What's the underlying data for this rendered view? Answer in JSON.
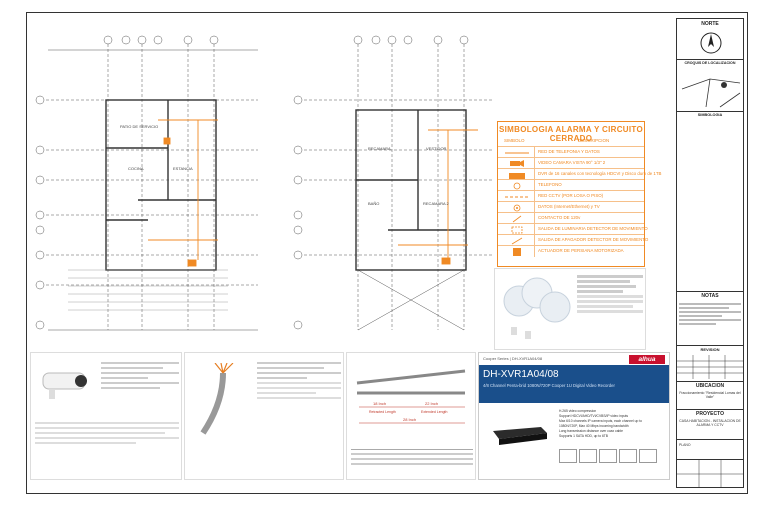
{
  "sheet": {
    "left_plan_labels": [
      "PATIO DE SERVICIO",
      "COCINA",
      "ESTANCIA"
    ],
    "right_plan_labels": [
      "RECAMARA",
      "VESTIDOR",
      "BAÑO",
      "RECAMARA 2"
    ]
  },
  "legend": {
    "title": "SIMBOLOGIA ALARMA Y CIRCUITO CERRADO",
    "col_symbol": "SIMBOLO",
    "col_desc": "DESCRIPCION",
    "rows": [
      "RED DE TELEFONIA Y DATOS",
      "VIDEO CAMARA VISTA 90° 1/3\" 2",
      "DVR de 16 canales con tecnología HDCVI y Disco duro de 1TB",
      "TELEFONO",
      "RED CCTV (POR LOSA O PISO)",
      "DATOS (Internet/Ethernet) y TV",
      "CONTACTO DE 120v",
      "SALIDA DE LUMINARIA DETECTOR DE MOVIMIENTO",
      "SALIDA DE APAGADOR DETECTOR DE MOVIMIENTO",
      "ACTUADOR DE PERSIANA MOTORIZADA"
    ]
  },
  "nvr": {
    "brand": "alhua",
    "header": "Cooper Series | DH-XVR1A04/08",
    "model": "DH-XVR1A04/08",
    "subtitle": "4/8 Channel Penta-brid 1080N/720P Cooper 1U Digital Video Recorder",
    "features": [
      "H.265 video compression",
      "Support HDCVI/AHD/TVI/CVBS/IP video inputs",
      "Max 6/10 channels IP camera inputs, each channel up to",
      "1080N/720P, Max 40 Mbps incoming bandwidth",
      "Long transmission distance over coax cable",
      "Supports 1 SATA HDD, up to 6TB"
    ]
  },
  "actuator": {
    "dims": [
      "18 Inch",
      "Retracted Length",
      "22 Inch",
      "Extended Length",
      "28 Inch"
    ]
  },
  "titleblock": {
    "north": "NORTE",
    "location": "CROQUIS DE LOCALIZACION",
    "symbology": "SIMBOLOGIA",
    "notes": "NOTAS",
    "revision": "REVISION",
    "ubicacion": "UBICACION",
    "address": "Fraccionamiento \"Residencial Lomas del Valle\"",
    "project": "PROYECTO",
    "project_name": "CASA HABITACION - INSTALACION DE ALARMA Y CCTV",
    "plano": "PLANO"
  }
}
